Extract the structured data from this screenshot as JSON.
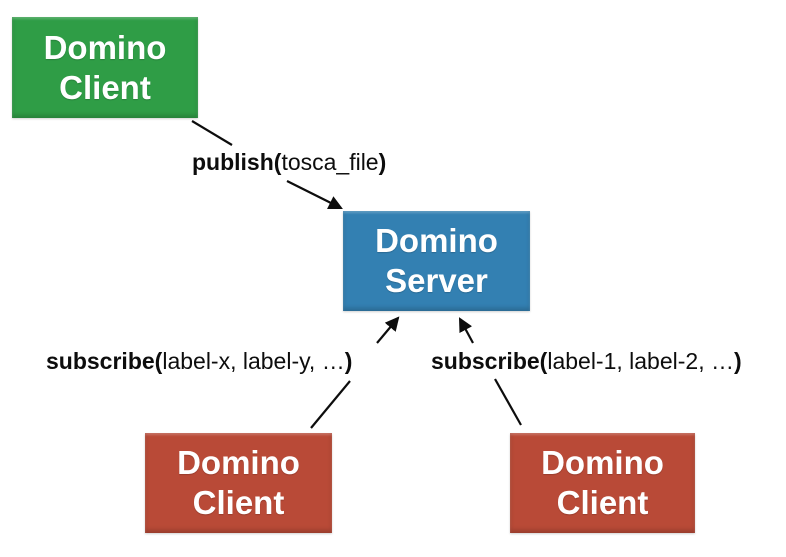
{
  "nodes": {
    "publisher_client": {
      "label": "Domino\nClient",
      "color": "#2f9d46"
    },
    "server": {
      "label": "Domino\nServer",
      "color": "#3380b2"
    },
    "subscriber_client_left": {
      "label": "Domino\nClient",
      "color": "#b94a37"
    },
    "subscriber_client_right": {
      "label": "Domino\nClient",
      "color": "#b94a37"
    }
  },
  "edges": {
    "publish": {
      "bold_open": "publish(",
      "args": "tosca_file",
      "bold_close": ")"
    },
    "subscribe_left": {
      "bold_open": "subscribe(",
      "args": "label-x, label-y, …",
      "bold_close": ")"
    },
    "subscribe_right": {
      "bold_open": "subscribe(",
      "args": "label-1, label-2, …",
      "bold_close": ")"
    }
  },
  "colors": {
    "line": "#0d0d0d",
    "background": "#ffffff"
  }
}
